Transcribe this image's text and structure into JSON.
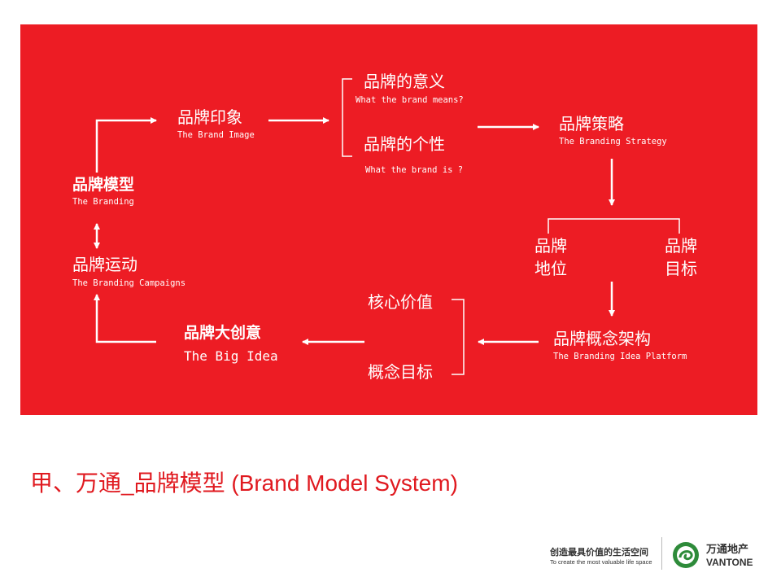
{
  "diagram": {
    "brand_model": {
      "cn": "品牌模型",
      "en": "The Branding"
    },
    "brand_image": {
      "cn": "品牌印象",
      "en": "The Brand Image"
    },
    "brand_meaning": {
      "cn": "品牌的意义",
      "en": "What the brand means?"
    },
    "brand_personality": {
      "cn": "品牌的个性",
      "en": "What the brand is ?"
    },
    "brand_strategy": {
      "cn": "品牌策略",
      "en": "The Branding Strategy"
    },
    "brand_positioning": {
      "line1": "品牌",
      "line2": "地位"
    },
    "brand_goal": {
      "line1": "品牌",
      "line2": "目标"
    },
    "idea_platform": {
      "cn": "品牌概念架构",
      "en": "The Branding Idea Platform"
    },
    "core_value": "核心价值",
    "concept_goal": "概念目标",
    "big_idea": {
      "cn": "品牌大创意",
      "en": "The Big Idea"
    },
    "brand_campaigns": {
      "cn": "品牌运动",
      "en": "The Branding Campaigns"
    }
  },
  "caption": "甲、万通_品牌模型 (Brand Model System)",
  "footer": {
    "slogan_cn": "创造最具价值的生活空间",
    "slogan_en": "To create the most valuable life space",
    "brand_cn": "万通地产",
    "brand_en": "VANTONE"
  },
  "colors": {
    "panel": "#ED1C24",
    "caption": "#E0191F",
    "logo_green": "#2E8B3A"
  }
}
